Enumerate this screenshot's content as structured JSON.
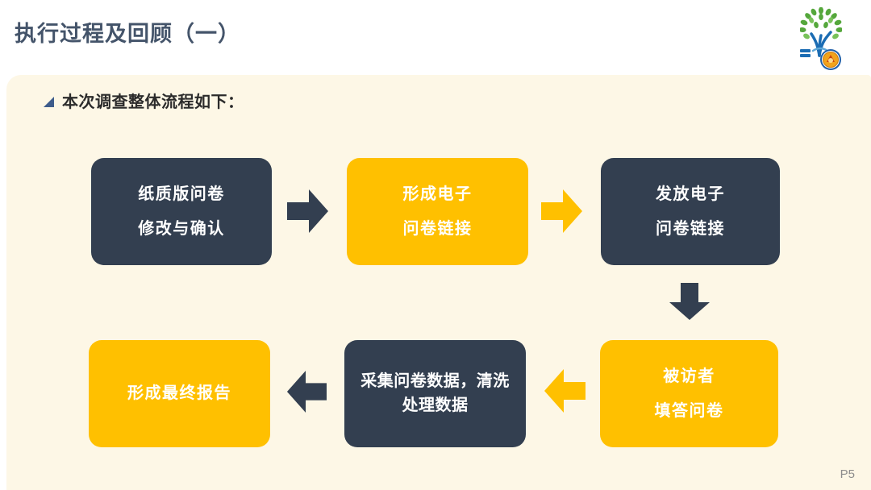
{
  "header": {
    "title": "执行过程及回顾（一）",
    "logo_icon": "community-tree-logo"
  },
  "content": {
    "section_heading": "本次调查整体流程如下：",
    "bullet_icon": "triangle-bullet"
  },
  "flow": {
    "steps": [
      {
        "lines": [
          "纸质版问卷",
          "修改与确认"
        ],
        "style": "dark"
      },
      {
        "lines": [
          "形成电子",
          "问卷链接"
        ],
        "style": "yellow"
      },
      {
        "lines": [
          "发放电子",
          "问卷链接"
        ],
        "style": "dark"
      },
      {
        "lines": [
          "被访者",
          "填答问卷"
        ],
        "style": "yellow"
      },
      {
        "lines": [
          "采集问卷数据，清洗",
          "处理数据"
        ],
        "style": "dark"
      },
      {
        "lines": [
          "形成最终报告"
        ],
        "style": "yellow"
      }
    ],
    "arrows": [
      {
        "icon": "arrow-right-icon",
        "color": "dark"
      },
      {
        "icon": "arrow-right-icon",
        "color": "yellow"
      },
      {
        "icon": "arrow-down-icon",
        "color": "dark"
      },
      {
        "icon": "arrow-left-icon",
        "color": "yellow"
      },
      {
        "icon": "arrow-left-icon",
        "color": "dark"
      }
    ]
  },
  "footer": {
    "page_number": "P5"
  },
  "colors": {
    "header_background": "#FFFFFF",
    "panel_background": "#FDF7E6",
    "dark_box": "#333F50",
    "yellow_box": "#FFC000",
    "box_text": "#FFFFFF",
    "title_text": "#44546A",
    "heading_text": "#2B2B2B",
    "bullet": "#3E5C8B",
    "page_number_text": "#8C8C8C"
  }
}
